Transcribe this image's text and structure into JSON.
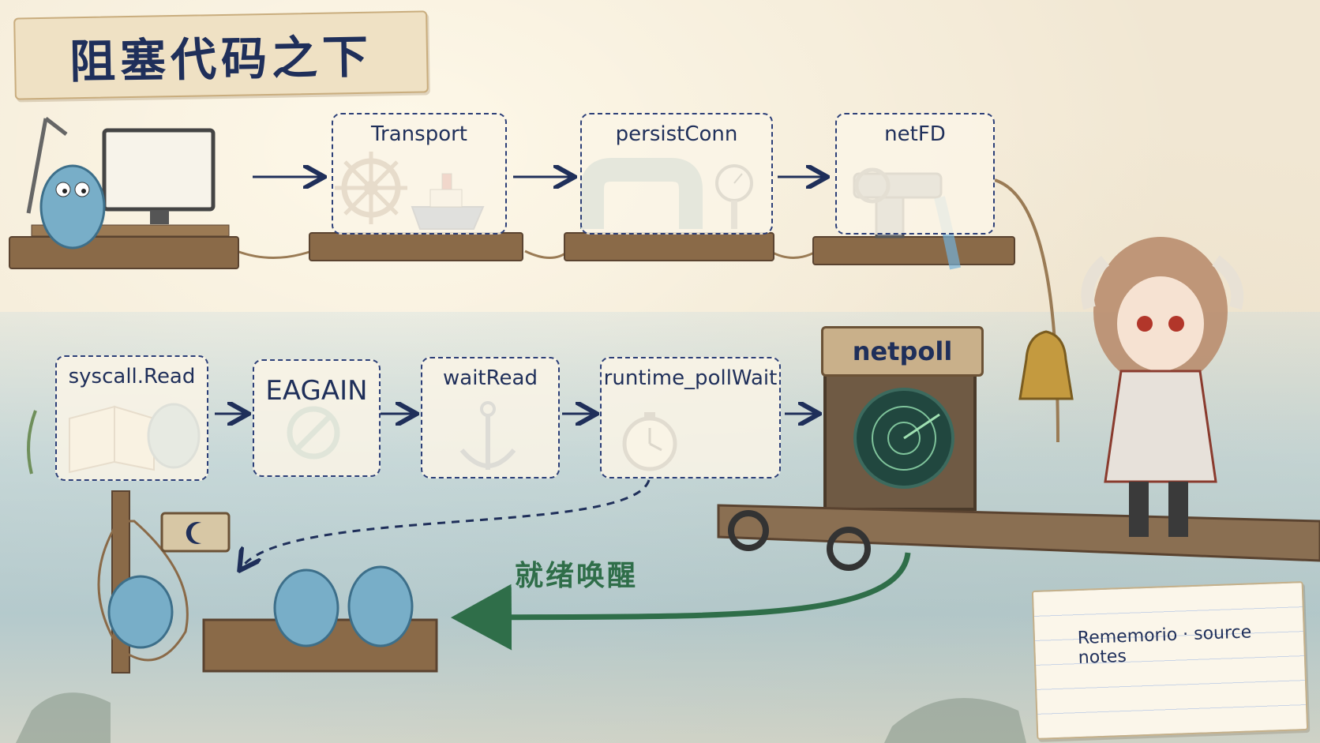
{
  "title": "阻塞代码之下",
  "nodes": {
    "transport": "Transport",
    "persist_conn": "persistConn",
    "net_fd": "netFD",
    "syscall_read": "syscall.Read",
    "eagain": "EAGAIN",
    "wait_read": "waitRead",
    "runtime_poll_wait": "runtime_pollWait",
    "netpoll": "netpoll"
  },
  "wake_label": "就绪唤醒",
  "note_text": "Rememorio · source notes",
  "icons": {
    "desk": "gopher-at-computer",
    "transport": "ship-wheel-and-boat",
    "persist_conn": "pipe-and-gauge",
    "net_fd": "valve-faucet",
    "syscall_read": "open-book-gopher",
    "eagain": "prohibited-sign",
    "wait_read": "anchor",
    "runtime_poll_wait": "stopwatch",
    "netpoll": "radar-screen",
    "hammock": "sleeping-gopher-net",
    "moon_sign": "moon",
    "bell": "bell",
    "character": "girl-with-horns",
    "pencil": "pencil"
  },
  "colors": {
    "ink": "#1f2f5a",
    "wake_green": "#2f6e49",
    "paper": "#f1e7d3"
  }
}
